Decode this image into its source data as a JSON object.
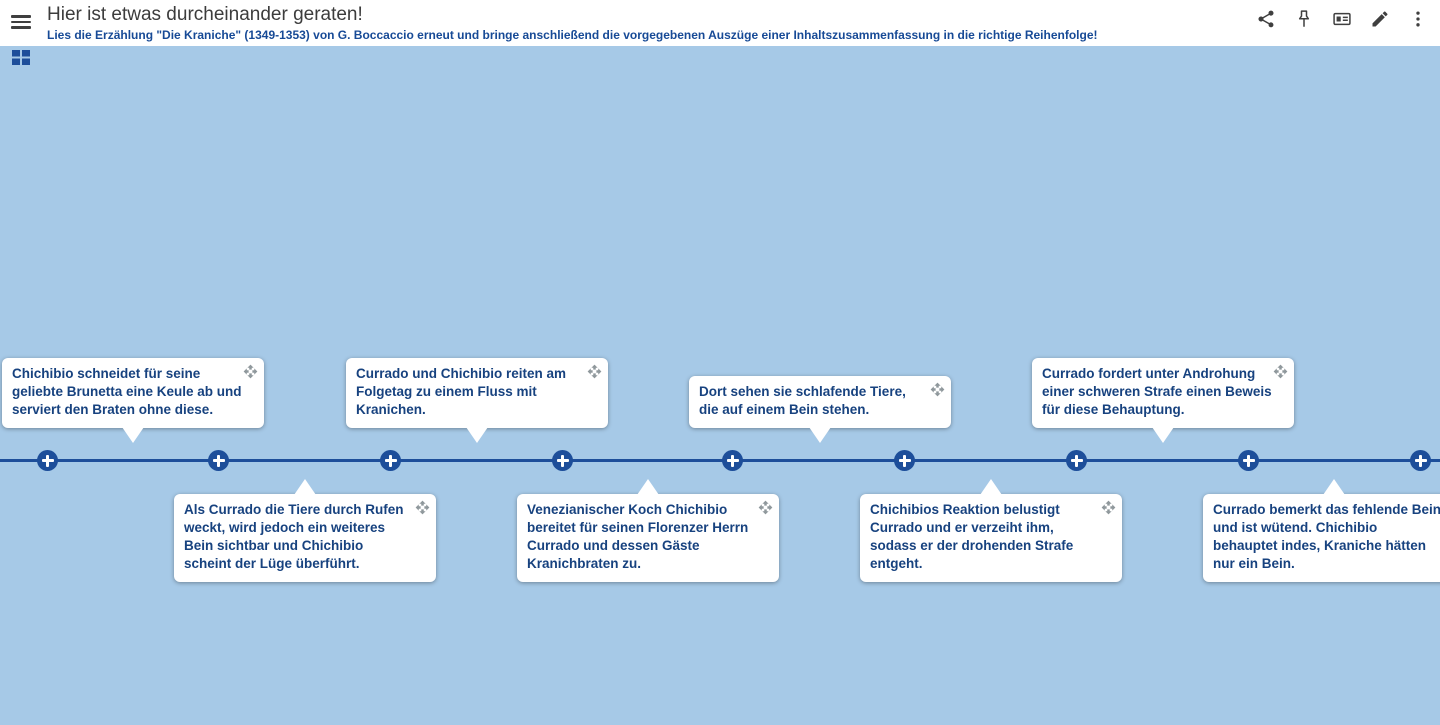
{
  "header": {
    "title": "Hier ist etwas durcheinander geraten!",
    "subtitle": "Lies die Erzählung \"Die Kraniche\" (1349-1353) von G. Boccaccio erneut und bringe anschließend die vorgegebenen Auszüge einer Inhaltszusammenfassung in die richtige Reihenfolge!"
  },
  "toolbar": {
    "icons": [
      "share-icon",
      "pin-icon",
      "similar-apps-icon",
      "edit-pencil-icon",
      "more-vertical-icon"
    ]
  },
  "stage": {
    "background_color": "#a6c9e7",
    "accent_color": "#1d4e9a",
    "card_text_color": "#17427f",
    "add_button_count": 9
  },
  "cards": [
    {
      "position": "above",
      "text": "Chichibio schneidet für seine geliebte Brunetta eine Keule ab und serviert den Braten ohne diese."
    },
    {
      "position": "below",
      "text": "Als Currado die Tiere durch Rufen weckt, wird jedoch ein weiteres Bein sichtbar und Chichibio scheint der Lüge überführt."
    },
    {
      "position": "above",
      "text": "Currado und Chichibio reiten am Folgetag zu einem Fluss mit Kranichen."
    },
    {
      "position": "below",
      "text": "Venezianischer Koch Chichibio bereitet für seinen Florenzer Herrn Currado und dessen Gäste Kranichbraten zu."
    },
    {
      "position": "above",
      "text": "Dort sehen sie schlafende Tiere, die auf einem Bein stehen."
    },
    {
      "position": "below",
      "text": "Chichibios Reaktion belustigt Currado und er verzeiht ihm, sodass er der drohenden Strafe entgeht."
    },
    {
      "position": "above",
      "text": "Currado fordert unter Androhung einer schweren Strafe einen Beweis für diese Behauptung."
    },
    {
      "position": "below",
      "text": "Currado bemerkt das fehlende Bein und ist wütend. Chichibio behauptet indes, Kraniche hätten nur ein Bein."
    }
  ]
}
